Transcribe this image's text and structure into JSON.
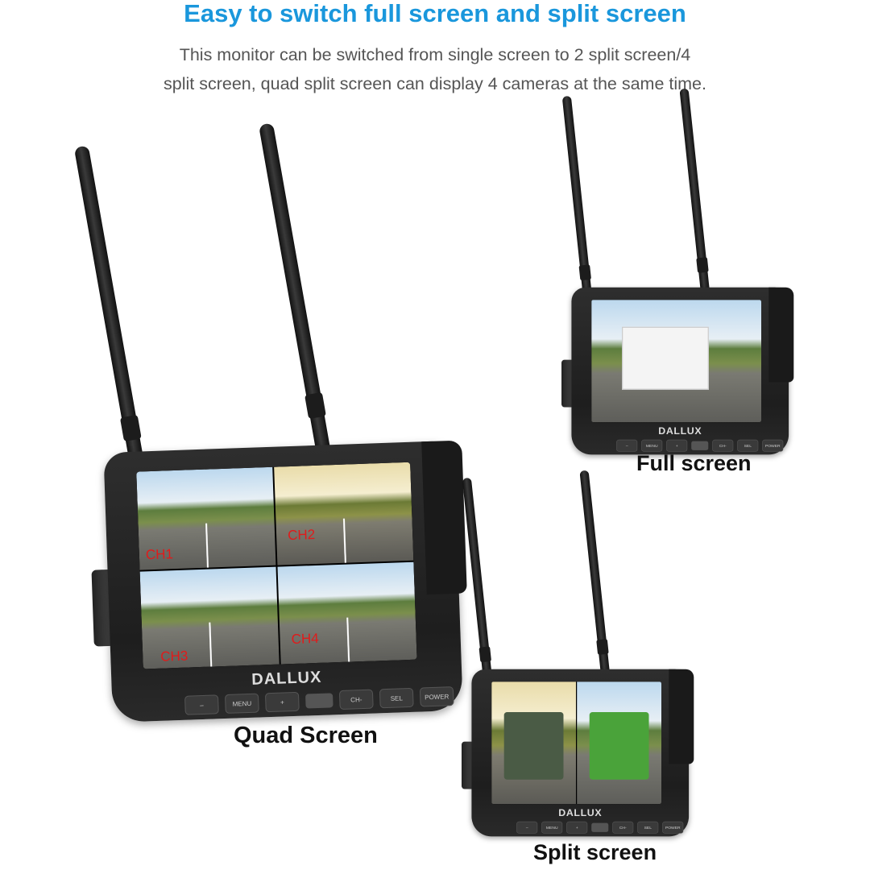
{
  "header": {
    "title": "Easy to switch full screen and split screen",
    "subtitle_line1": "This monitor can be switched from single screen to 2 split screen/4",
    "subtitle_line2": "split screen, quad split screen can display 4 cameras at the same time."
  },
  "brand": "DALLUX",
  "buttons": [
    "–",
    "MENU",
    "+",
    "CH-",
    "SEL",
    "POWER"
  ],
  "quad": {
    "label": "Quad Screen",
    "channels": [
      "CH1",
      "CH2",
      "CH3",
      "CH4"
    ]
  },
  "full": {
    "label": "Full screen"
  },
  "split": {
    "label": "Split screen"
  },
  "colors": {
    "title": "#1a97dc",
    "subtitle": "#555555",
    "channel_label": "#e01b1b"
  }
}
